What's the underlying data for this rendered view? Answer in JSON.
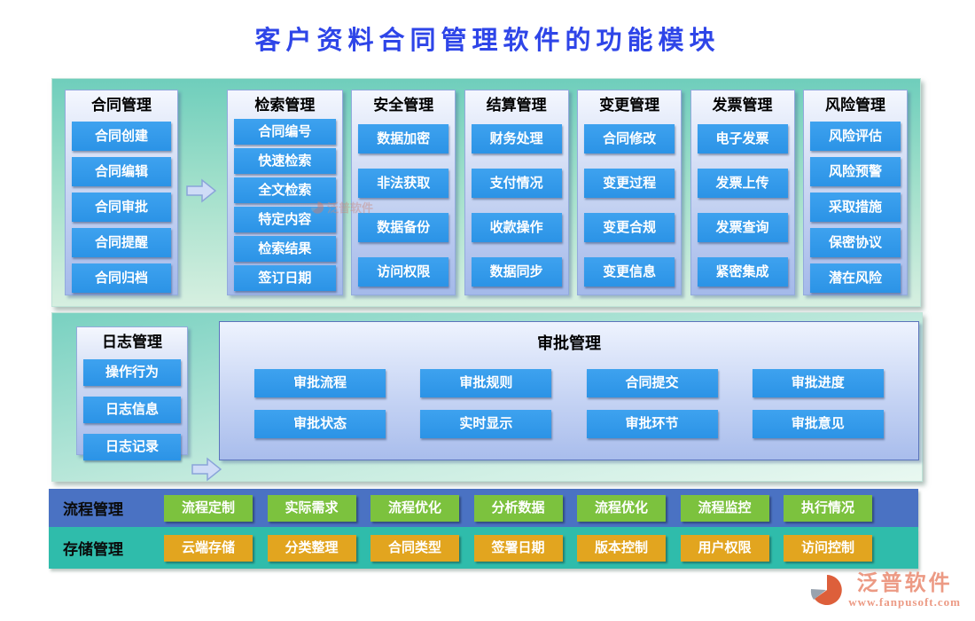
{
  "page": {
    "title": "客户资料合同管理软件的功能模块"
  },
  "module_columns": [
    {
      "title": "合同管理",
      "items": [
        "合同创建",
        "合同编辑",
        "合同审批",
        "合同提醒",
        "合同归档"
      ]
    },
    {
      "title": "检索管理",
      "items": [
        "合同编号",
        "快速检索",
        "全文检索",
        "特定内容",
        "检索结果",
        "签订日期"
      ]
    },
    {
      "title": "安全管理",
      "items": [
        "数据加密",
        "非法获取",
        "数据备份",
        "访问权限"
      ]
    },
    {
      "title": "结算管理",
      "items": [
        "财务处理",
        "支付情况",
        "收款操作",
        "数据同步"
      ]
    },
    {
      "title": "变更管理",
      "items": [
        "合同修改",
        "变更过程",
        "变更合规",
        "变更信息"
      ]
    },
    {
      "title": "发票管理",
      "items": [
        "电子发票",
        "发票上传",
        "发票查询",
        "紧密集成"
      ]
    },
    {
      "title": "风险管理",
      "items": [
        "风险评估",
        "风险预警",
        "采取措施",
        "保密协议",
        "潜在风险"
      ]
    }
  ],
  "log_panel": {
    "title": "日志管理",
    "items": [
      "操作行为",
      "日志信息",
      "日志记录"
    ]
  },
  "approval_panel": {
    "title": "审批管理",
    "items": [
      "审批流程",
      "审批规则",
      "合同提交",
      "审批进度",
      "审批状态",
      "实时显示",
      "审批环节",
      "审批意见"
    ]
  },
  "process_row": {
    "label": "流程管理",
    "items": [
      "流程定制",
      "实际需求",
      "流程优化",
      "分析数据",
      "流程优化",
      "流程监控",
      "执行情况"
    ]
  },
  "storage_row": {
    "label": "存储管理",
    "items": [
      "云端存储",
      "分类整理",
      "合同类型",
      "签署日期",
      "版本控制",
      "用户权限",
      "访问控制"
    ]
  },
  "watermark": {
    "text": "泛普软件"
  },
  "footer": {
    "name": "泛普软件",
    "url": "www.fanpusoft.com"
  },
  "colors": {
    "title_blue": "#2e45e8",
    "section_teal_top": "#6fcebc",
    "panel_blue_bottom": "#a4b9ea",
    "button_blue": "#2d97e9",
    "strip_process_bg": "#4a72c3",
    "strip_storage_bg": "#2fbcab",
    "button_green": "#7cc23e",
    "button_orange": "#e2a51f",
    "logo_salmon": "#ec9a84"
  }
}
